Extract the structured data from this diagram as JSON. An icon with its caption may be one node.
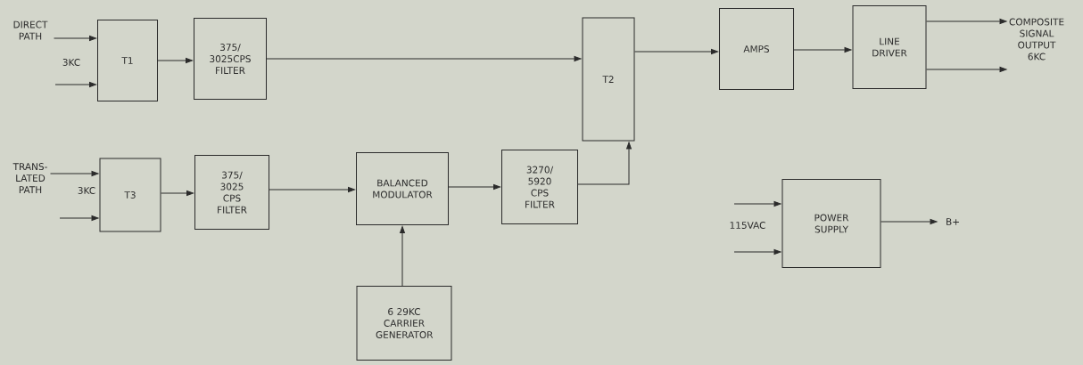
{
  "diagram": {
    "nodes": [
      {
        "text": [
          "DIRECT PATH"
        ]
      },
      {
        "text": [
          "T1"
        ]
      },
      {
        "text": [
          "375/ 3025CPS FILTER"
        ]
      },
      {
        "text": [
          "T2"
        ]
      },
      {
        "text": [
          "AMPS"
        ]
      },
      {
        "text": [
          "LINE DRIVER"
        ]
      },
      {
        "text": [
          "COMPOSITE SIGNAL OUTPUT 6KC"
        ]
      },
      {
        "text": [
          "TRANS- LATED PATH"
        ]
      },
      {
        "text": [
          "T3"
        ]
      },
      {
        "text": [
          "375/ 3025 CPS FILTER"
        ]
      },
      {
        "text": [
          "BALANCED MODULATOR"
        ]
      },
      {
        "text": [
          "3270/ 5920 CPS FILTER"
        ]
      },
      {
        "text": [
          "6 29KC CARRIER GENERATOR"
        ]
      },
      {
        "text": [
          "POWER SUPPLY"
        ]
      },
      {
        "text": [
          "B+"
        ]
      }
    ],
    "edges": [
      {
        "from": 0,
        "to": 1,
        "arrow": "to"
      },
      {
        "from": null,
        "to": 1,
        "arrow": "to"
      },
      {
        "from": 1,
        "to": 2,
        "arrow": "to"
      },
      {
        "from": 2,
        "to": 3,
        "arrow": "to"
      },
      {
        "from": 3,
        "to": 4,
        "arrow": "to"
      },
      {
        "from": 4,
        "to": 5,
        "arrow": "to"
      },
      {
        "from": 5,
        "to": 6,
        "arrow": "to"
      },
      {
        "from": 5,
        "to": 6,
        "arrow": "to"
      },
      {
        "from": 7,
        "to": 8,
        "arrow": "to"
      },
      {
        "from": null,
        "to": 8,
        "arrow": "to"
      },
      {
        "from": 8,
        "to": 9,
        "arrow": "to"
      },
      {
        "from": 9,
        "to": 10,
        "arrow": "to"
      },
      {
        "from": 12,
        "to": 10,
        "arrow": "to"
      },
      {
        "from": 10,
        "to": 11,
        "arrow": "to"
      },
      {
        "from": 11,
        "to": 3,
        "arrow": "to"
      },
      {
        "from": null,
        "to": 13,
        "arrow": "to"
      },
      {
        "from": null,
        "to": 13,
        "arrow": "to"
      },
      {
        "from": 13,
        "to": 14,
        "arrow": "to"
      }
    ],
    "labels": [
      "3KC",
      "3KC",
      "115VAC"
    ]
  }
}
